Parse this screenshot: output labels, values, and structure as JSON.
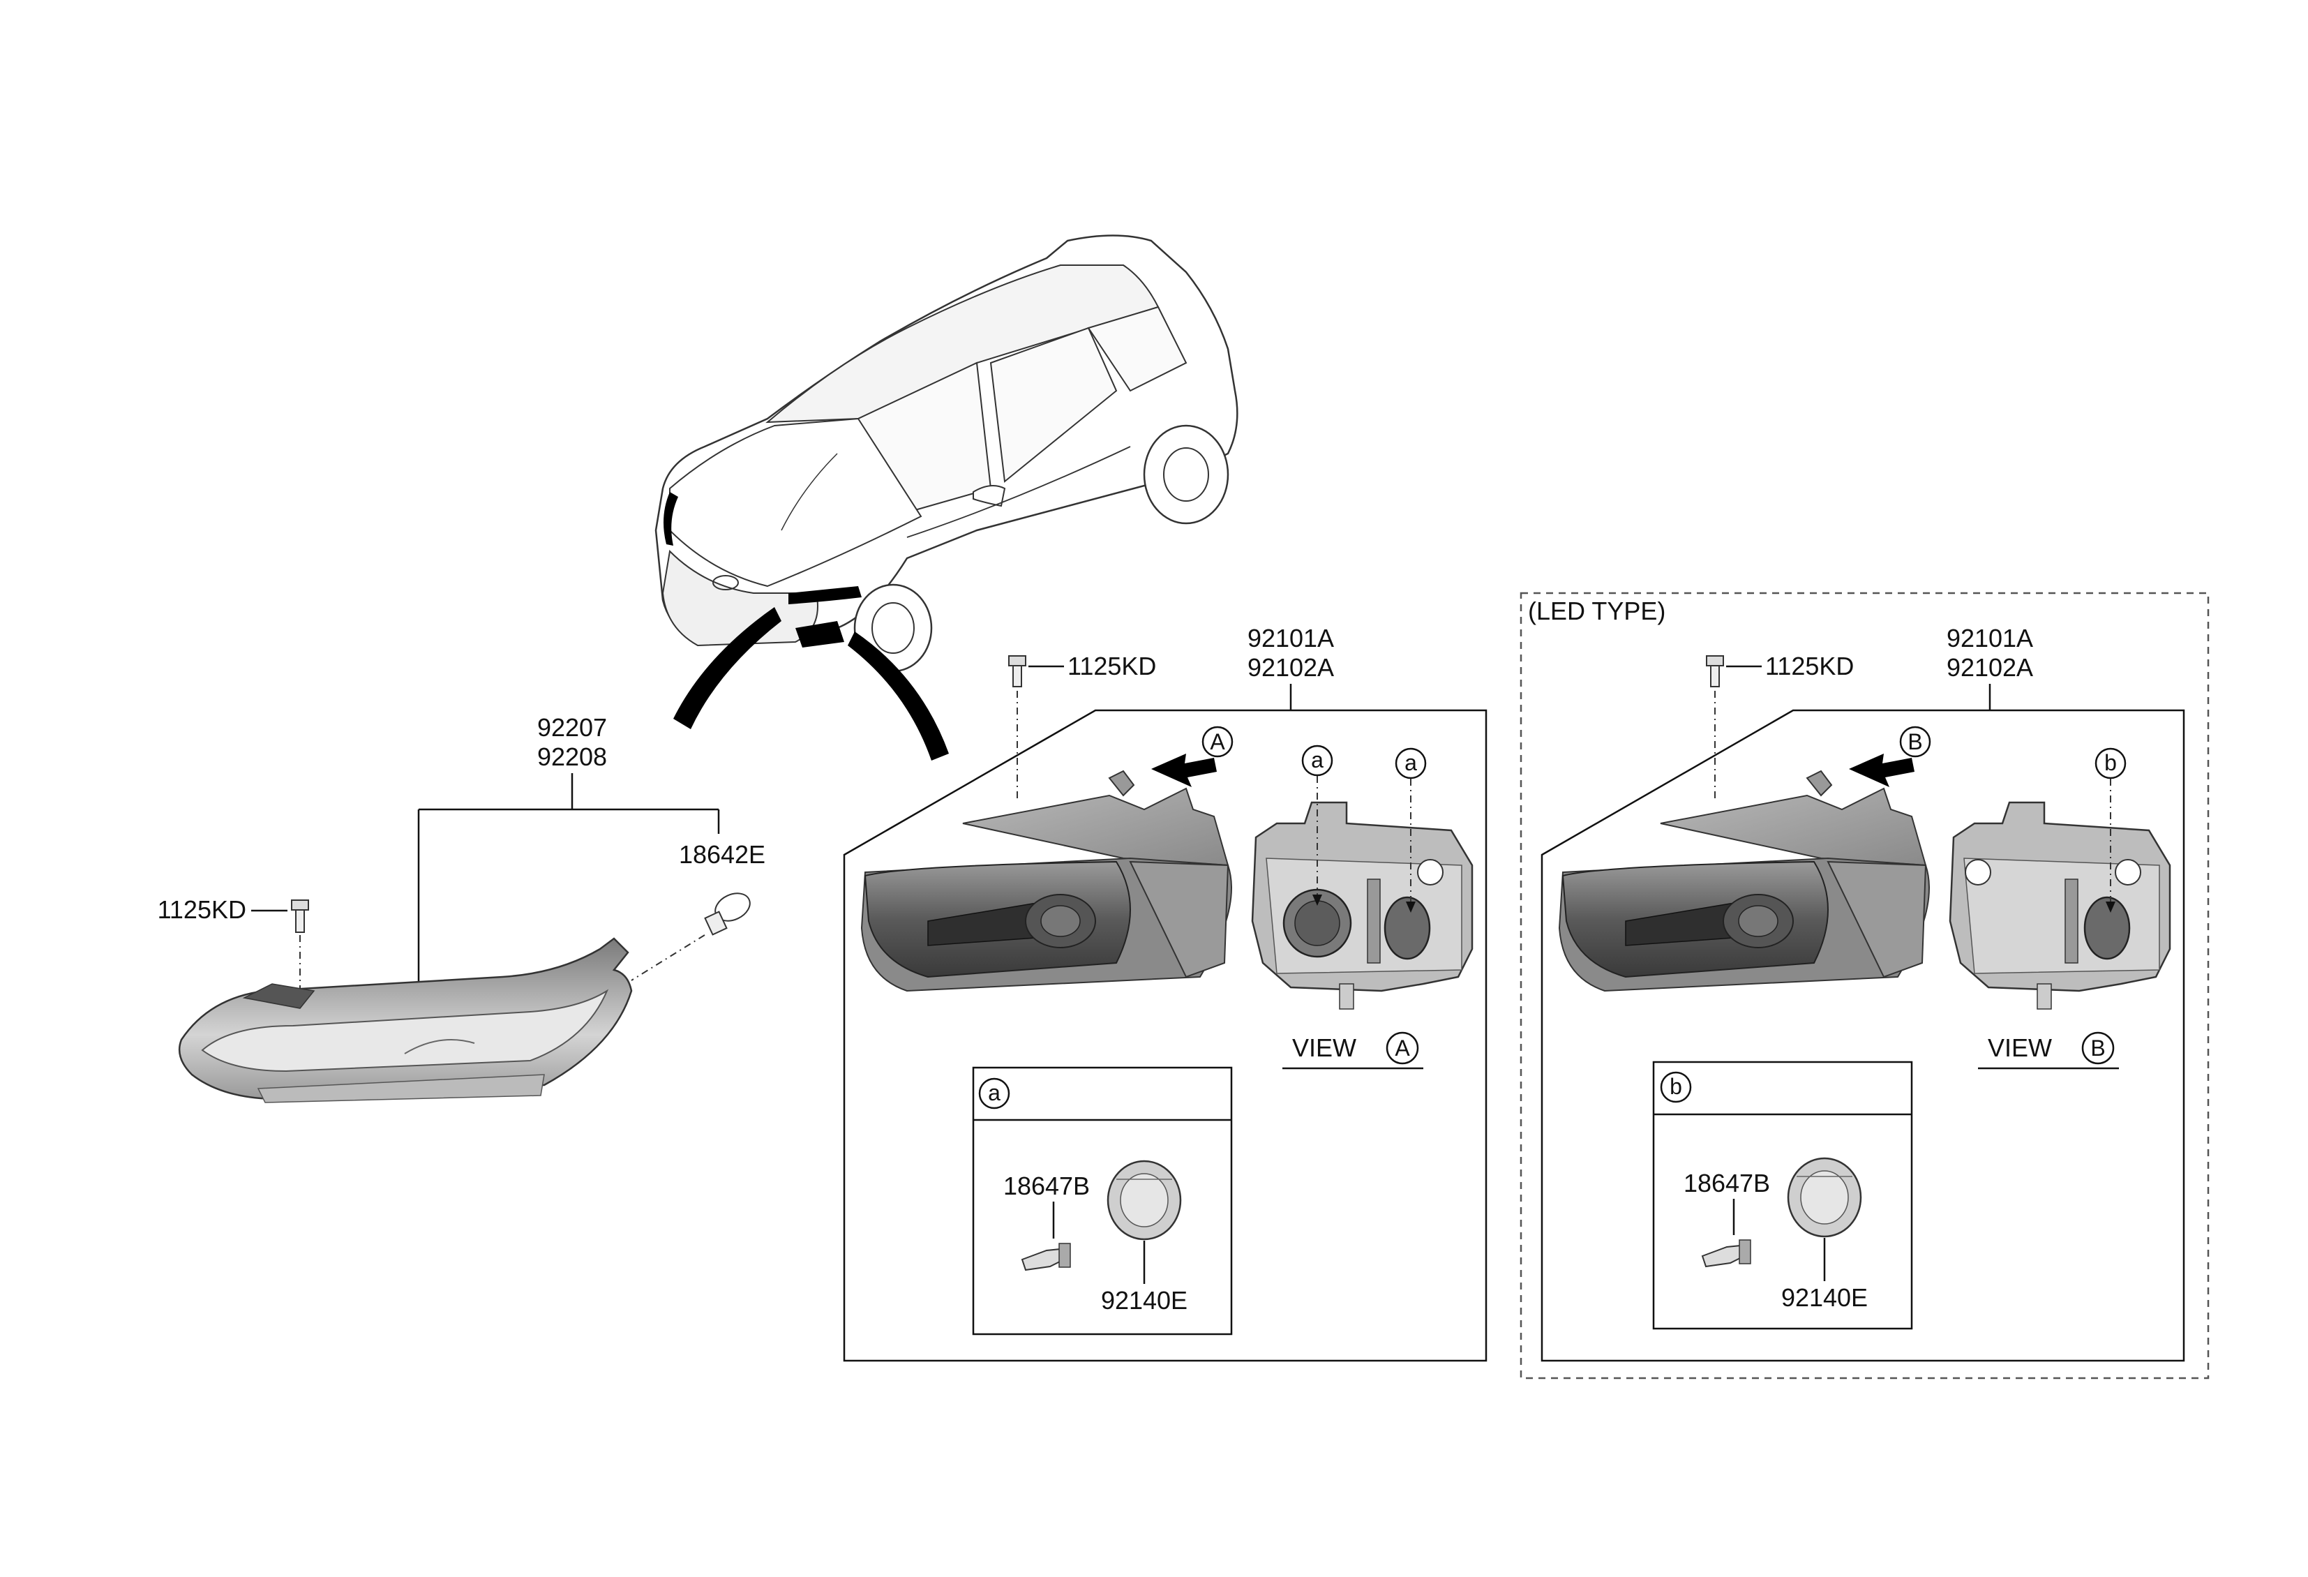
{
  "labels": {
    "turn_lamp_part_1": "92207",
    "turn_lamp_part_2": "92208",
    "turn_lamp_screw": "1125KD",
    "turn_lamp_bulb": "18642E",
    "headlamp_a_part_1": "92101A",
    "headlamp_a_part_2": "92102A",
    "headlamp_a_screw": "1125KD",
    "headlamp_b_part_1": "92101A",
    "headlamp_b_part_2": "92102A",
    "headlamp_b_screw": "1125KD",
    "led_type_heading": "(LED TYPE)",
    "view_word_a": "VIEW",
    "view_word_b": "VIEW",
    "detail_a_bulb": "18647B",
    "detail_a_cap": "92140E",
    "detail_b_bulb": "18647B",
    "detail_b_cap": "92140E"
  },
  "markers": {
    "view_a": "A",
    "view_b": "B",
    "callout_a": "a",
    "callout_b": "b"
  },
  "colors": {
    "line": "#111111",
    "lamp_dark": "#4a4a4a",
    "lamp_mid": "#8c8c8c",
    "lamp_light": "#c8c8c8",
    "car_line": "#333333"
  }
}
